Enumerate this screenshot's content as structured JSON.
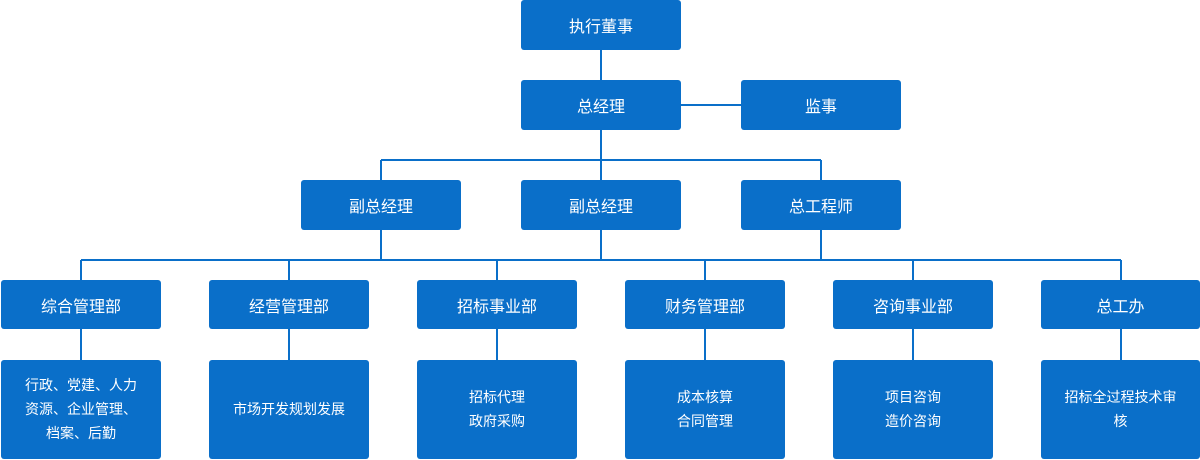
{
  "colors": {
    "box": "#0a6fc9",
    "line": "#0a6fc9"
  },
  "chairman": "执行董事",
  "general_manager": "总经理",
  "supervisor": "监事",
  "deputies": [
    "副总经理",
    "副总经理",
    "总工程师"
  ],
  "departments": [
    "综合管理部",
    "经营管理部",
    "招标事业部",
    "财务管理部",
    "咨询事业部",
    "总工办"
  ],
  "descriptions": [
    [
      "行政、党建、人力",
      "资源、企业管理、",
      "档案、后勤"
    ],
    [
      "市场开发规划发展"
    ],
    [
      "招标代理",
      "政府采购"
    ],
    [
      "成本核算",
      "合同管理"
    ],
    [
      "项目咨询",
      "造价咨询"
    ],
    [
      "招标全过程技术审",
      "核"
    ]
  ]
}
